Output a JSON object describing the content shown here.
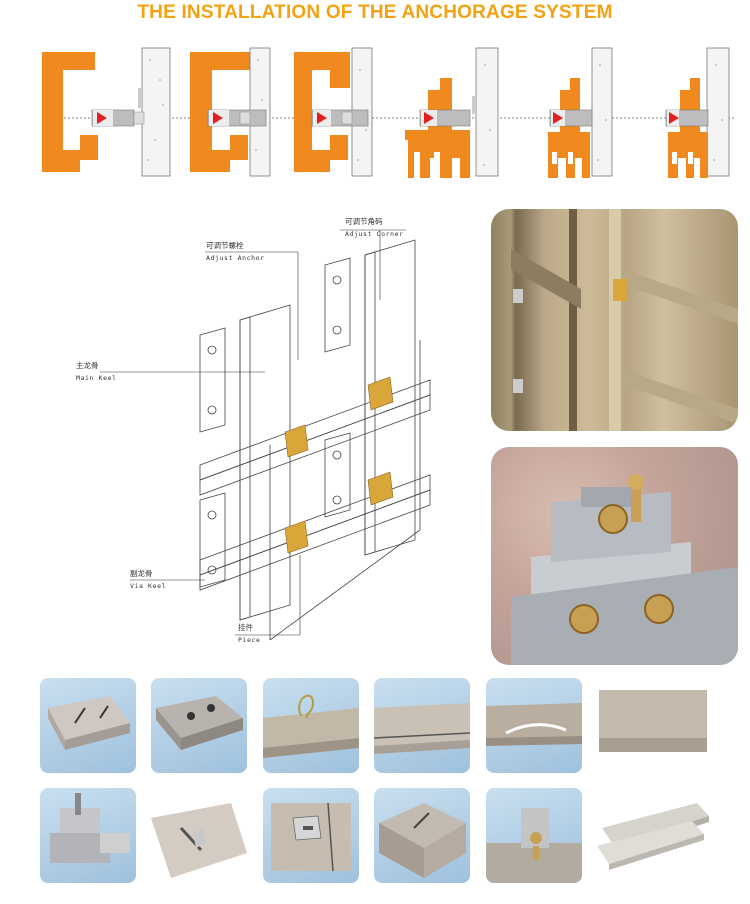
{
  "title": "THE INSTALLATION OF THE ANCHORAGE SYSTEM",
  "colors": {
    "title": "#f2a213",
    "anchor_orange": "#f08a1e",
    "wall_grey": "#f2f2f2",
    "brass": "#d9a63a",
    "bolt_red": "#e02020"
  },
  "labels": {
    "adjust_anchor_cn": "可调节螺栓",
    "adjust_anchor_en": "Adjust Anchor",
    "adjust_corner_cn": "可调节角码",
    "adjust_corner_en": "Adjust Corner",
    "main_keel_cn": "主龙骨",
    "main_keel_en": "Main Keel",
    "via_keel_cn": "副龙骨",
    "via_keel_en": "Via Keel",
    "piece_cn": "挂件",
    "piece_en": "Piece"
  },
  "steps": [
    "step-1",
    "step-2",
    "step-3",
    "step-4",
    "step-5",
    "step-6"
  ],
  "photos": [
    {
      "name": "stone-with-slots-photo"
    },
    {
      "name": "stone-with-holes-photo"
    },
    {
      "name": "stone-with-wire-hook-photo"
    },
    {
      "name": "stone-edge-groove-photo"
    },
    {
      "name": "stone-edge-cut-photo"
    },
    {
      "name": "stone-slab-edge-photo"
    },
    {
      "name": "aluminium-bracket-photo"
    },
    {
      "name": "stone-with-plate-photo"
    },
    {
      "name": "stone-with-slotted-plate-photo"
    },
    {
      "name": "stone-corner-groove-photo"
    },
    {
      "name": "bracket-on-stone-photo"
    },
    {
      "name": "stacked-slabs-photo"
    }
  ]
}
